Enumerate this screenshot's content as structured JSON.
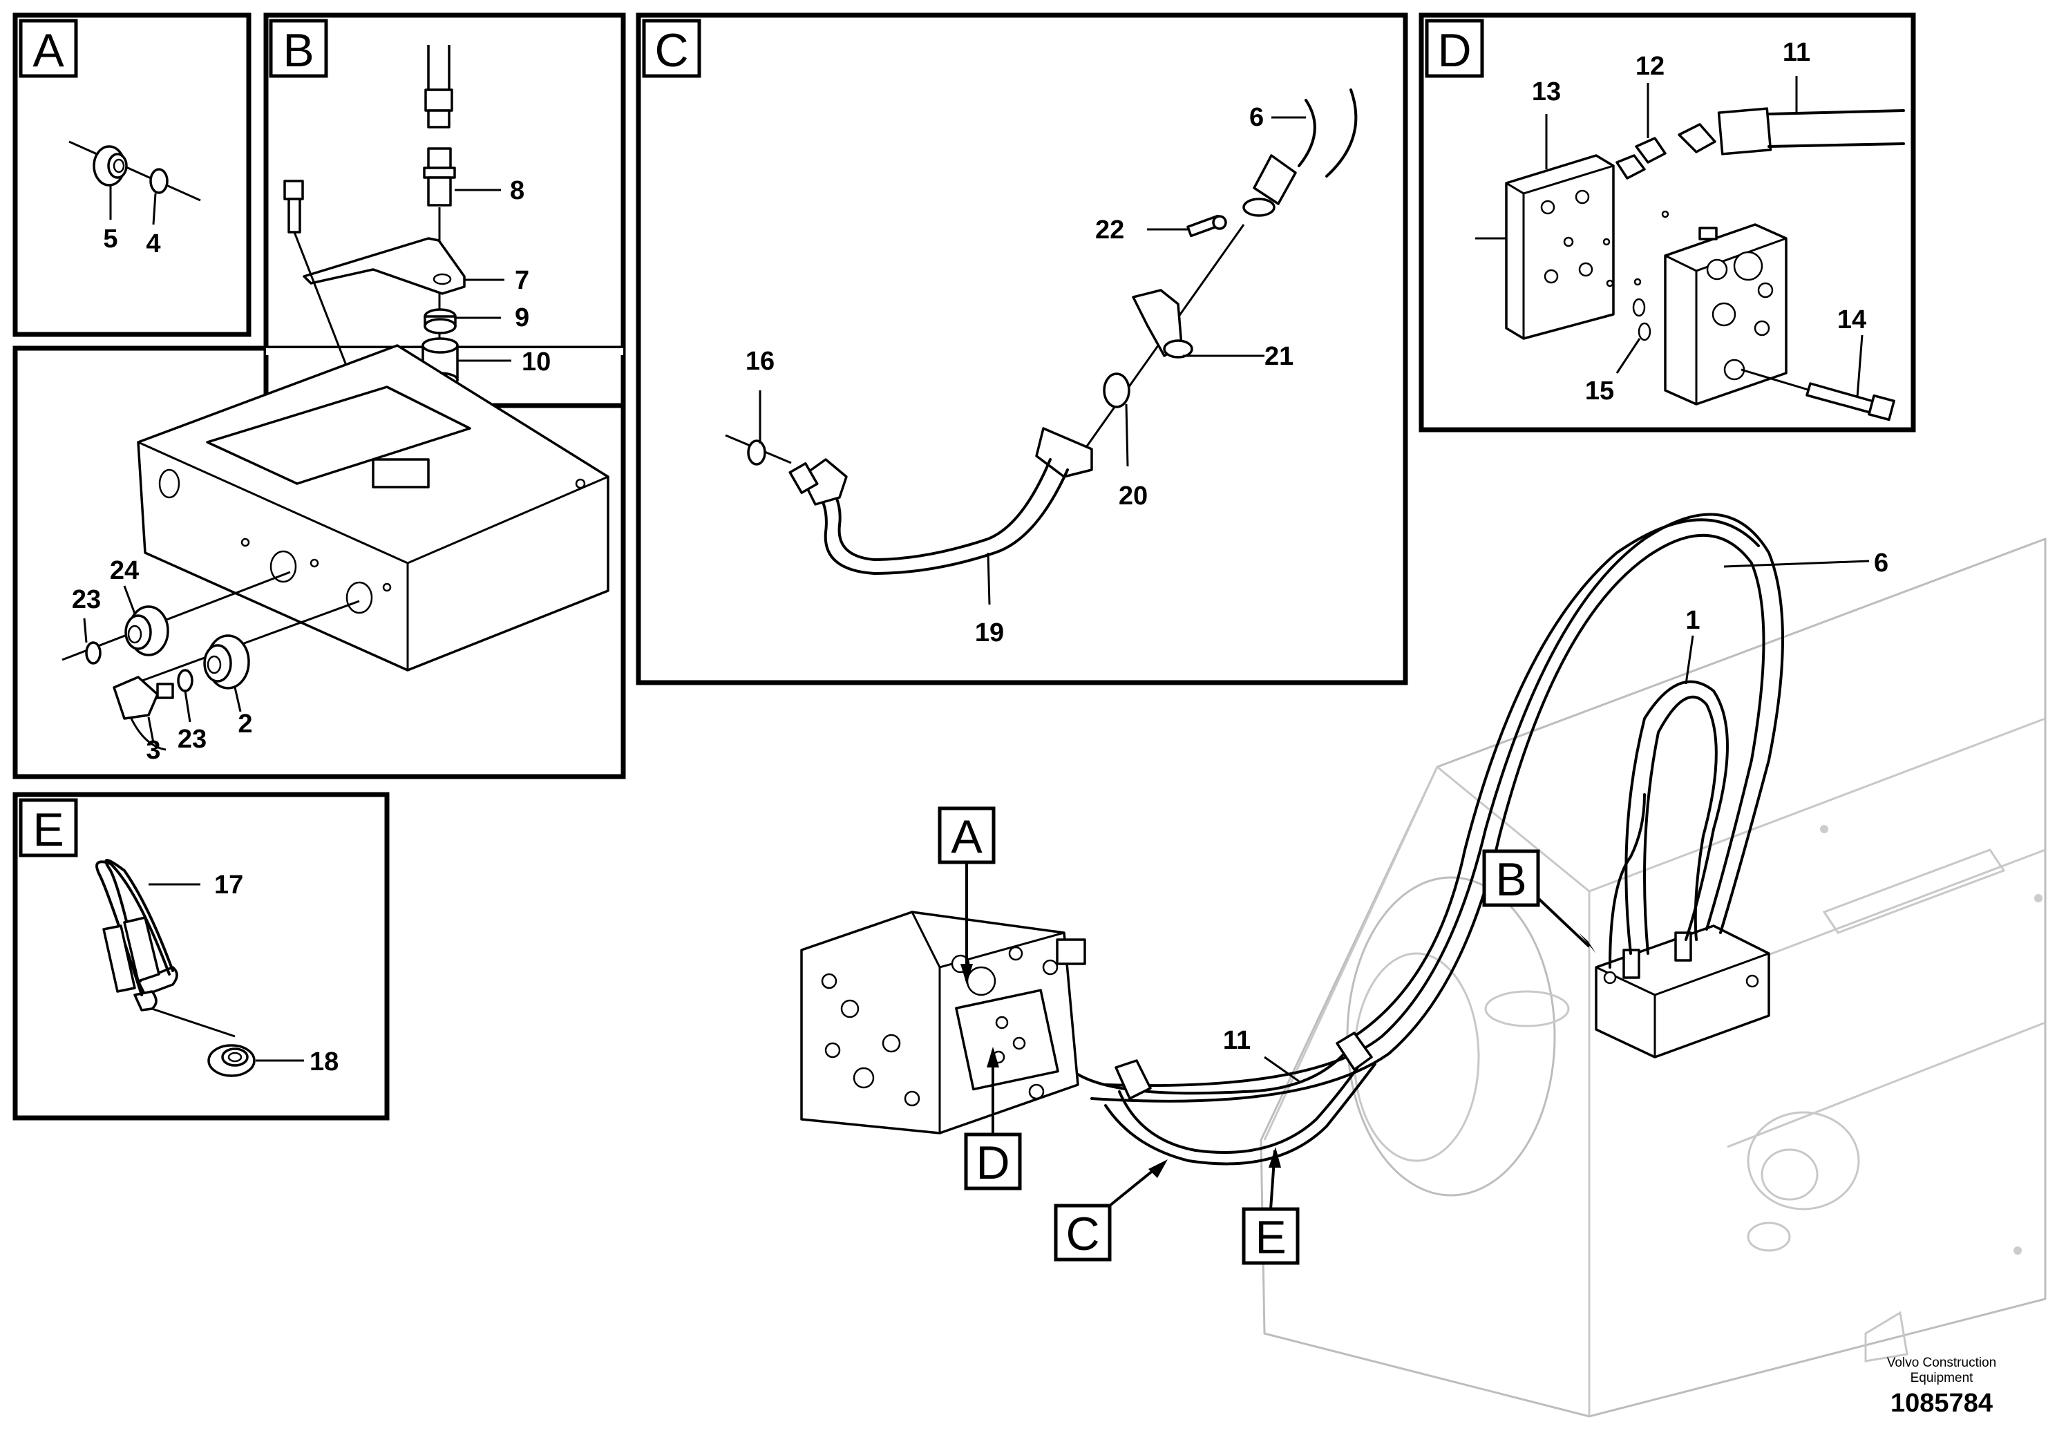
{
  "panels": {
    "A": {
      "letter": "A",
      "callouts": [
        "5",
        "4"
      ]
    },
    "B": {
      "letter": "B",
      "callouts": [
        "8",
        "7",
        "9",
        "10",
        "24",
        "23",
        "23",
        "2",
        "3"
      ]
    },
    "C": {
      "letter": "C",
      "callouts": [
        "6",
        "22",
        "21",
        "16",
        "20",
        "19"
      ]
    },
    "D": {
      "letter": "D",
      "callouts": [
        "13",
        "12",
        "11",
        "14",
        "15"
      ]
    },
    "E": {
      "letter": "E",
      "callouts": [
        "17",
        "18"
      ]
    }
  },
  "overview": {
    "callouts": [
      "6",
      "1",
      "11"
    ],
    "tags": [
      "A",
      "B",
      "C",
      "D",
      "E"
    ]
  },
  "footer": {
    "maker_line1": "Volvo Construction",
    "maker_line2": "Equipment",
    "drawing_number": "1085784"
  }
}
